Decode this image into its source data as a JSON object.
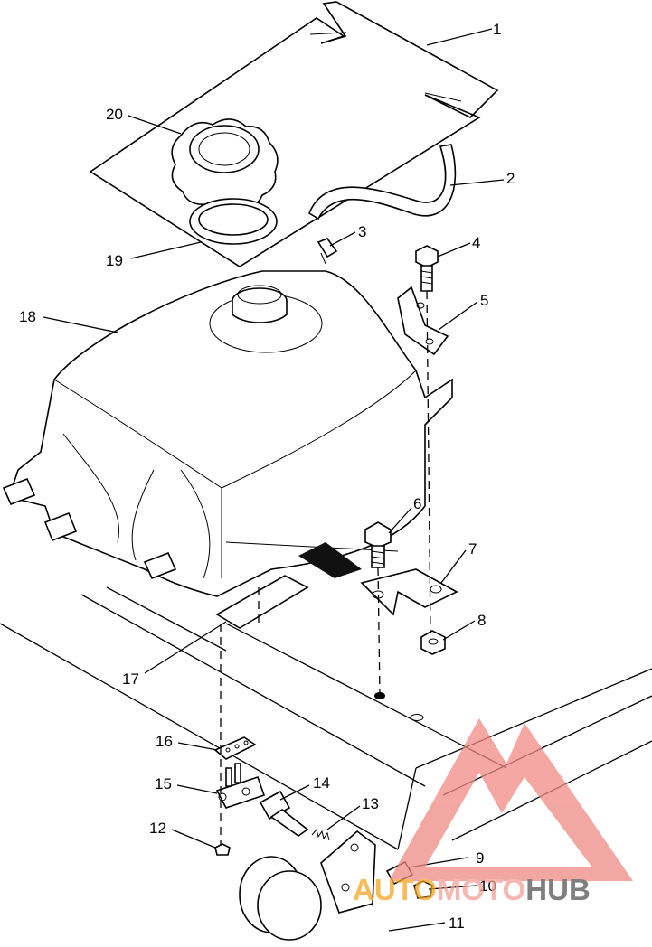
{
  "callouts": [
    {
      "id": "1",
      "text": "1"
    },
    {
      "id": "2",
      "text": "2"
    },
    {
      "id": "3",
      "text": "3"
    },
    {
      "id": "4",
      "text": "4"
    },
    {
      "id": "5",
      "text": "5"
    },
    {
      "id": "6",
      "text": "6"
    },
    {
      "id": "7",
      "text": "7"
    },
    {
      "id": "8",
      "text": "8"
    },
    {
      "id": "9",
      "text": "9"
    },
    {
      "id": "10",
      "text": "10"
    },
    {
      "id": "11",
      "text": "11"
    },
    {
      "id": "12",
      "text": "12"
    },
    {
      "id": "13",
      "text": "13"
    },
    {
      "id": "14",
      "text": "14"
    },
    {
      "id": "15",
      "text": "15"
    },
    {
      "id": "16",
      "text": "16"
    },
    {
      "id": "17",
      "text": "17"
    },
    {
      "id": "18",
      "text": "18"
    },
    {
      "id": "19",
      "text": "19"
    },
    {
      "id": "20",
      "text": "20"
    }
  ],
  "watermark": {
    "part1": "AUTO",
    "part2": "MOTO",
    "part3": "HUB",
    "color_part1": "#f5a623",
    "color_part2": "#f4a09a",
    "color_part3": "#555555",
    "logo_color": "#f08a84"
  }
}
